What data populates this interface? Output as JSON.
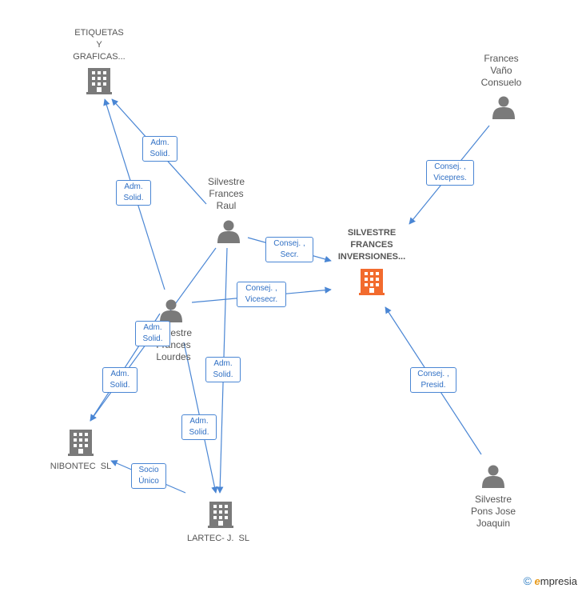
{
  "nodes": {
    "etiquetas": {
      "lines": [
        "ETIQUETAS",
        "Y",
        "GRAFICAS..."
      ],
      "type": "company"
    },
    "frances_vano": {
      "lines": [
        "Frances",
        "Vaño",
        "Consuelo"
      ],
      "type": "person"
    },
    "silvestre_raul": {
      "lines": [
        "Silvestre",
        "Frances",
        "Raul"
      ],
      "type": "person"
    },
    "silvestre_inversiones": {
      "lines": [
        "SILVESTRE",
        "FRANCES",
        "INVERSIONES..."
      ],
      "type": "company-main"
    },
    "silvestre_lourdes": {
      "lines": [
        "Silvestre",
        "Frances",
        "Lourdes"
      ],
      "type": "person"
    },
    "nibontec": {
      "lines": [
        "NIBONTEC  SL"
      ],
      "type": "company"
    },
    "lartec": {
      "lines": [
        "LARTEC- J.  SL"
      ],
      "type": "company"
    },
    "silvestre_pons": {
      "lines": [
        "Silvestre",
        "Pons Jose",
        "Joaquin"
      ],
      "type": "person"
    }
  },
  "edges": [
    {
      "id": "e1",
      "lines": [
        "Adm.",
        "Solid."
      ]
    },
    {
      "id": "e2",
      "lines": [
        "Adm.",
        "Solid."
      ]
    },
    {
      "id": "e3",
      "lines": [
        "Consej. ,",
        "Vicepres."
      ]
    },
    {
      "id": "e4",
      "lines": [
        "Consej. ,",
        "Secr."
      ]
    },
    {
      "id": "e5",
      "lines": [
        "Consej. ,",
        "Vicesecr."
      ]
    },
    {
      "id": "e6",
      "lines": [
        "Adm.",
        "Solid."
      ]
    },
    {
      "id": "e7",
      "lines": [
        "Adm.",
        "Solid."
      ]
    },
    {
      "id": "e8",
      "lines": [
        "Adm.",
        "Solid."
      ]
    },
    {
      "id": "e9",
      "lines": [
        "Adm.",
        "Solid."
      ]
    },
    {
      "id": "e10",
      "lines": [
        "Socio",
        "Único"
      ]
    },
    {
      "id": "e11",
      "lines": [
        "Consej. ,",
        "Presid."
      ]
    }
  ],
  "colors": {
    "edge": "#4a86d4",
    "person_icon": "#7a7a7a",
    "company_icon": "#7a7a7a",
    "main_company_icon": "#f26b2e"
  },
  "brand": {
    "copyright": "©",
    "name": "mpresia",
    "initial": "e"
  }
}
